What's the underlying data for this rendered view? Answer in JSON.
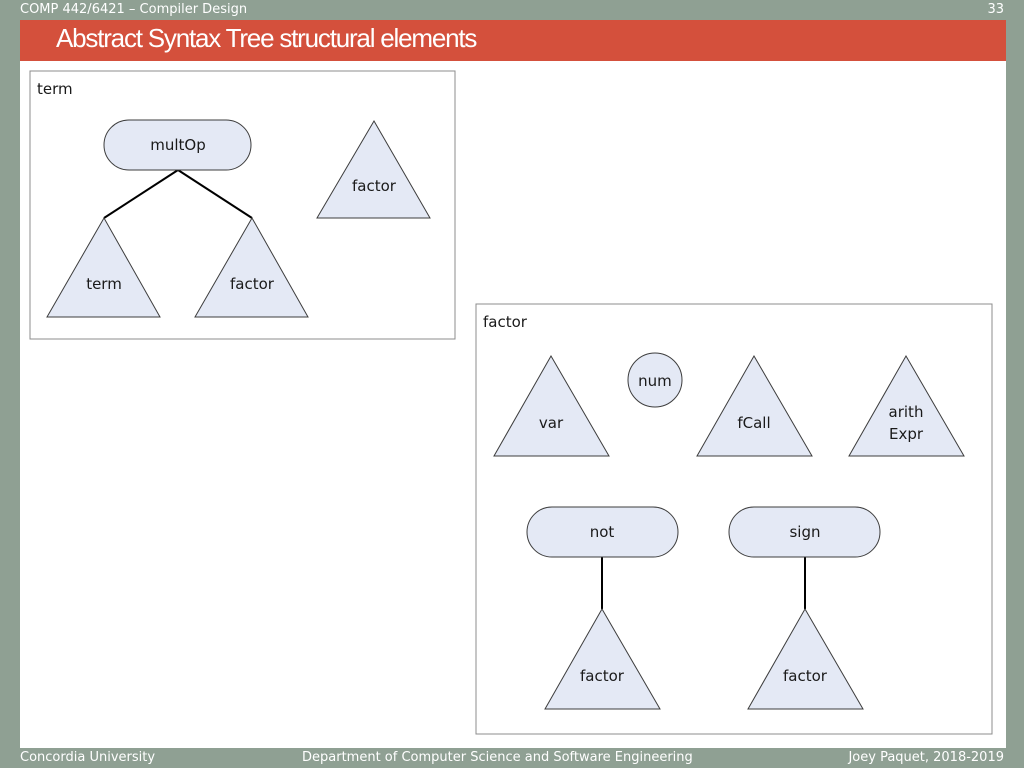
{
  "header": {
    "course": "COMP 442/6421 – Compiler Design",
    "slide_number": "33"
  },
  "title": "Abstract Syntax Tree structural elements",
  "footer": {
    "left": "Concordia University",
    "center": "Department of Computer Science and Software Engineering",
    "right": "Joey Paquet, 2018-2019"
  },
  "colors": {
    "banner": "#d4503c",
    "frame": "#8fa093",
    "node_fill": "#e4e9f5",
    "node_stroke": "#3d3d3d"
  },
  "diagram": {
    "term_panel": {
      "label": "term",
      "multop": "multOp",
      "left_child": "term",
      "right_child": "factor",
      "alternative": "factor"
    },
    "factor_panel": {
      "label": "factor",
      "var": "var",
      "num": "num",
      "fcall": "fCall",
      "arith_line1": "arith",
      "arith_line2": "Expr",
      "not_node": "not",
      "not_child": "factor",
      "sign_node": "sign",
      "sign_child": "factor"
    }
  }
}
